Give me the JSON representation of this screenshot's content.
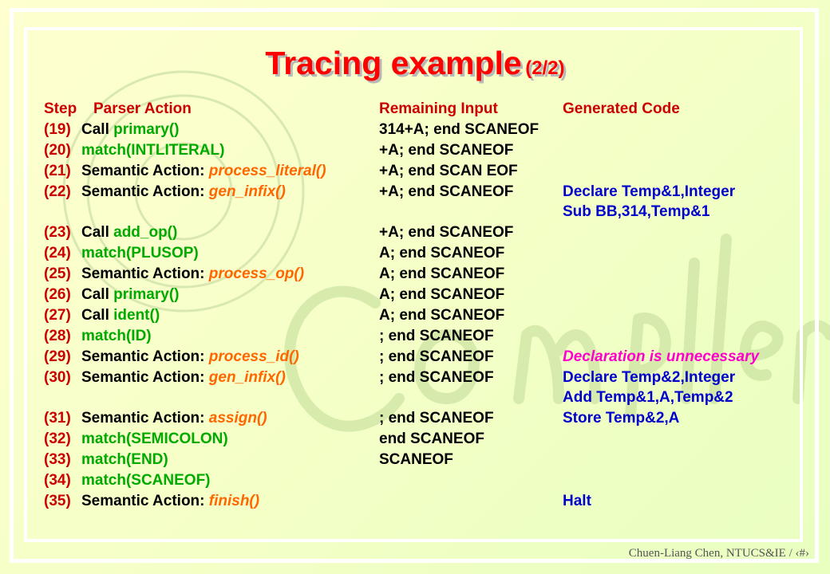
{
  "title": {
    "main": "Tracing example",
    "sub": "(2/2)"
  },
  "header": {
    "step": "Step",
    "action": "Parser Action",
    "input": "Remaining Input",
    "code": "Generated Code"
  },
  "rows": [
    {
      "step": "(19)",
      "prefix": "Call ",
      "fn": "primary()",
      "input": "314+A; end SCANEOF",
      "code": ""
    },
    {
      "step": "(20)",
      "prefix": "",
      "fn": "match(INTLITERAL)",
      "input": "+A; end SCANEOF",
      "code": ""
    },
    {
      "step": "(21)",
      "prefix": "Semantic Action: ",
      "fn": "process_literal()",
      "input": "+A; end SCAN EOF",
      "code": ""
    },
    {
      "step": "(22)",
      "prefix": "Semantic Action: ",
      "fn": "gen_infix()",
      "input": "+A; end SCANEOF",
      "code": "Declare Temp&1,Integer"
    },
    {
      "step": "",
      "prefix": "",
      "fn": "",
      "input": "",
      "code": "Sub BB,314,Temp&1"
    },
    {
      "step": "(23)",
      "prefix": "Call ",
      "fn": "add_op()",
      "input": "+A; end SCANEOF",
      "code": ""
    },
    {
      "step": "(24)",
      "prefix": "",
      "fn": "match(PLUSOP)",
      "input": "A; end SCANEOF",
      "code": ""
    },
    {
      "step": "(25)",
      "prefix": "Semantic Action: ",
      "fn": "process_op()",
      "input": "A; end SCANEOF",
      "code": ""
    },
    {
      "step": "(26)",
      "prefix": "Call ",
      "fn": "primary()",
      "input": "A; end SCANEOF",
      "code": ""
    },
    {
      "step": "(27)",
      "prefix": "Call ",
      "fn": "ident()",
      "input": "A; end SCANEOF",
      "code": ""
    },
    {
      "step": "(28)",
      "prefix": "",
      "fn": "match(ID)",
      "input": "; end SCANEOF",
      "code": ""
    },
    {
      "step": "(29)",
      "prefix": "Semantic Action: ",
      "fn": "process_id()",
      "input": "; end SCANEOF",
      "code": "Declaration is unnecessary"
    },
    {
      "step": "(30)",
      "prefix": "Semantic Action: ",
      "fn": "gen_infix()",
      "input": "; end SCANEOF",
      "code": "Declare Temp&2,Integer"
    },
    {
      "step": "",
      "prefix": "",
      "fn": "",
      "input": "",
      "code": "Add Temp&1,A,Temp&2"
    },
    {
      "step": "(31)",
      "prefix": "Semantic Action: ",
      "fn": "assign()",
      "input": "; end SCANEOF",
      "code": "Store Temp&2,A"
    },
    {
      "step": "(32)",
      "prefix": "",
      "fn": "match(SEMICOLON)",
      "input": "end SCANEOF",
      "code": ""
    },
    {
      "step": "(33)",
      "prefix": "",
      "fn": "match(END)",
      "input": "SCANEOF",
      "code": ""
    },
    {
      "step": "(34)",
      "prefix": "",
      "fn": "match(SCANEOF)",
      "input": "",
      "code": ""
    },
    {
      "step": "(35)",
      "prefix": "Semantic Action: ",
      "fn": "finish()",
      "input": "",
      "code": "Halt"
    }
  ],
  "watermark_text": "Compiler",
  "footer": {
    "text": "Chuen-Liang Chen, NTUCS&IE / ‹#›"
  },
  "colors": {
    "title": "#ff0000",
    "step": "#cc0000",
    "function_call": "#00aa00",
    "semantic_routine": "#ff6600",
    "generated_code": "#0000cc",
    "note": "#ff00cc",
    "background": "#ffffcc"
  }
}
